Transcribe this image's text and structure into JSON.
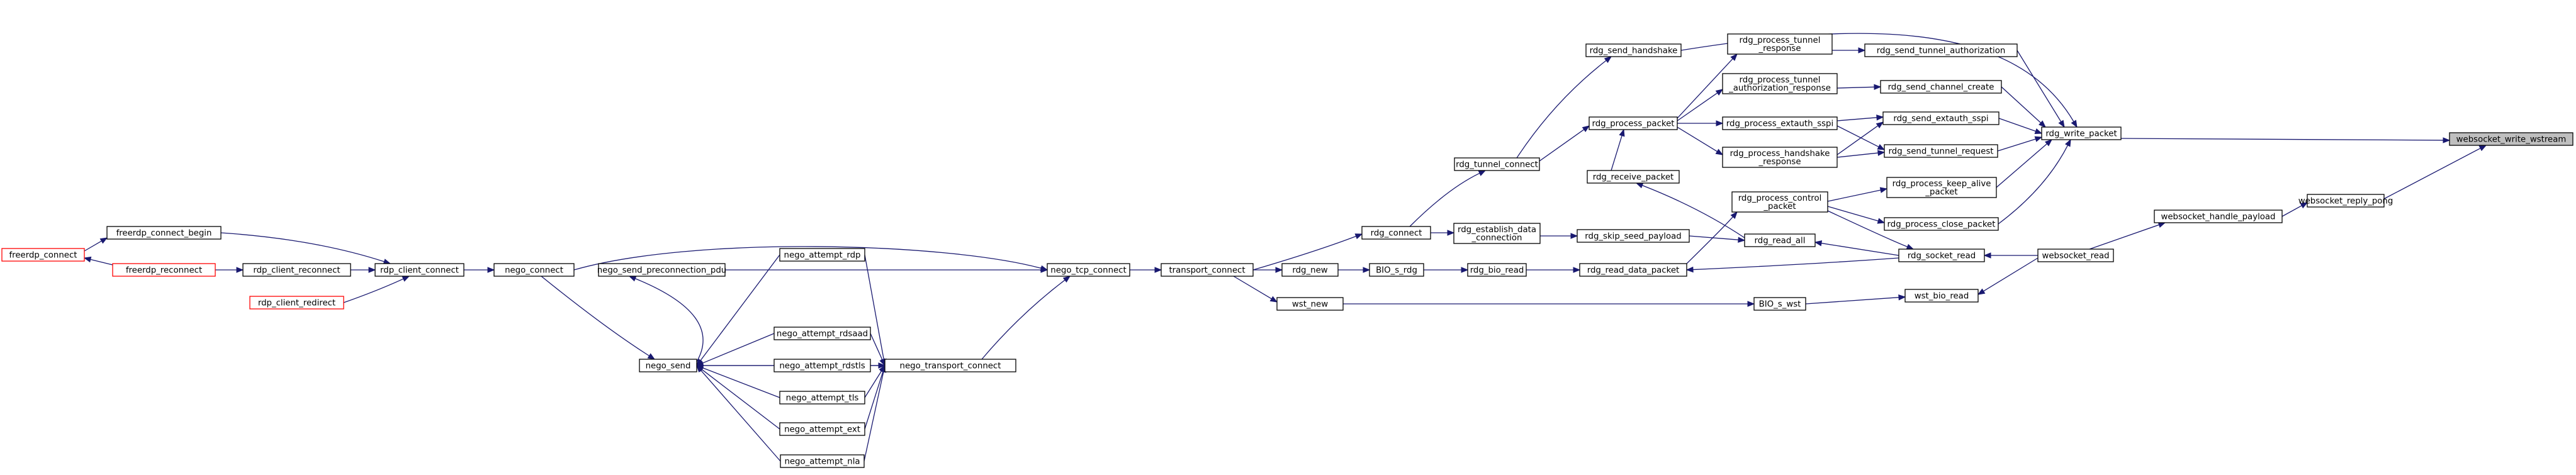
{
  "title": "",
  "colors": {
    "edge": "#191970",
    "box_border": "#000000",
    "truncated_border": "#ff0000",
    "focus_fill": "#bfbfbf"
  },
  "nodes": {
    "wwr": {
      "lines": [
        "websocket_write_wstream"
      ],
      "style": "focus"
    },
    "wrp": {
      "lines": [
        "websocket_reply_pong"
      ]
    },
    "rwp": {
      "lines": [
        "rdg_write_packet"
      ]
    },
    "whp": {
      "lines": [
        "websocket_handle_payload"
      ]
    },
    "wsr": {
      "lines": [
        "websocket_read"
      ]
    },
    "sh": {
      "lines": [
        "rdg_send_handshake"
      ]
    },
    "pp": {
      "lines": [
        "rdg_process_packet"
      ]
    },
    "tc": {
      "lines": [
        "rdg_tunnel_connect"
      ]
    },
    "rc": {
      "lines": [
        "rdg_connect"
      ]
    },
    "fc": {
      "lines": [
        "freerdp_connect"
      ],
      "style": "red"
    },
    "fcb": {
      "lines": [
        "freerdp_connect_begin"
      ]
    },
    "fr": {
      "lines": [
        "freerdp_reconnect"
      ],
      "style": "red"
    },
    "rcr": {
      "lines": [
        "rdp_client_reconnect"
      ]
    },
    "rcc": {
      "lines": [
        "rdp_client_connect"
      ]
    },
    "rcrd": {
      "lines": [
        "rdp_client_redirect"
      ],
      "style": "red"
    },
    "nc": {
      "lines": [
        "nego_connect"
      ]
    },
    "nspp": {
      "lines": [
        "nego_send_preconnection_pdu"
      ]
    },
    "ntc": {
      "lines": [
        "nego_tcp_connect"
      ]
    },
    "trc": {
      "lines": [
        "transport_connect"
      ]
    },
    "ntrc": {
      "lines": [
        "nego_transport_connect"
      ]
    },
    "nar": {
      "lines": [
        "nego_attempt_rdp"
      ]
    },
    "nsend": {
      "lines": [
        "nego_send"
      ]
    },
    "narr": {
      "lines": [
        "nego_attempt_rdsaad"
      ]
    },
    "nard": {
      "lines": [
        "nego_attempt_rdstls"
      ]
    },
    "nat": {
      "lines": [
        "nego_attempt_tls"
      ]
    },
    "nae": {
      "lines": [
        "nego_attempt_ext"
      ]
    },
    "nan": {
      "lines": [
        "nego_attempt_nla"
      ]
    },
    "ptr": {
      "lines": [
        "rdg_process_tunnel",
        "_response"
      ]
    },
    "sta": {
      "lines": [
        "rdg_send_tunnel_authorization"
      ]
    },
    "ptar": {
      "lines": [
        "rdg_process_tunnel",
        "_authorization_response"
      ]
    },
    "scc": {
      "lines": [
        "rdg_send_channel_create"
      ]
    },
    "pes": {
      "lines": [
        "rdg_process_extauth_sspi"
      ]
    },
    "ses": {
      "lines": [
        "rdg_send_extauth_sspi"
      ]
    },
    "phr": {
      "lines": [
        "rdg_process_handshake",
        "_response"
      ]
    },
    "str": {
      "lines": [
        "rdg_send_tunnel_request"
      ]
    },
    "rp": {
      "lines": [
        "rdg_receive_packet"
      ]
    },
    "pka": {
      "lines": [
        "rdg_process_keep_alive",
        "_packet"
      ]
    },
    "pcp": {
      "lines": [
        "rdg_process_control",
        "_packet"
      ]
    },
    "pcl": {
      "lines": [
        "rdg_process_close_packet"
      ]
    },
    "edc": {
      "lines": [
        "rdg_establish_data",
        "_connection"
      ]
    },
    "ssp": {
      "lines": [
        "rdg_skip_seed_payload"
      ]
    },
    "rra": {
      "lines": [
        "rdg_read_all"
      ]
    },
    "rsr": {
      "lines": [
        "rdg_socket_read"
      ]
    },
    "rnew": {
      "lines": [
        "rdg_new"
      ]
    },
    "bsr": {
      "lines": [
        "BIO_s_rdg"
      ]
    },
    "rbr": {
      "lines": [
        "rdg_bio_read"
      ]
    },
    "rdp": {
      "lines": [
        "rdg_read_data_packet"
      ]
    },
    "wnew": {
      "lines": [
        "wst_new"
      ]
    },
    "bsw": {
      "lines": [
        "BIO_s_wst"
      ]
    },
    "wbr": {
      "lines": [
        "wst_bio_read"
      ]
    }
  },
  "edges": [
    [
      "wrp",
      "wwr"
    ],
    [
      "rwp",
      "wwr"
    ],
    [
      "whp",
      "wrp"
    ],
    [
      "wsr",
      "whp"
    ],
    [
      "sh",
      "rwp"
    ],
    [
      "sta",
      "rwp"
    ],
    [
      "scc",
      "rwp"
    ],
    [
      "ses",
      "rwp"
    ],
    [
      "str",
      "rwp"
    ],
    [
      "pka",
      "rwp"
    ],
    [
      "pcl",
      "rwp"
    ],
    [
      "tc",
      "sh"
    ],
    [
      "tc",
      "pp"
    ],
    [
      "rc",
      "tc"
    ],
    [
      "trc",
      "rc"
    ],
    [
      "ntc",
      "trc"
    ],
    [
      "nc",
      "ntc"
    ],
    [
      "nspp",
      "ntc"
    ],
    [
      "ntrc",
      "ntc"
    ],
    [
      "rcc",
      "nc"
    ],
    [
      "fcb",
      "rcc"
    ],
    [
      "rcr",
      "rcc"
    ],
    [
      "rcrd",
      "rcc"
    ],
    [
      "fc",
      "fcb"
    ],
    [
      "fr",
      "rcr"
    ],
    [
      "fr",
      "fc"
    ],
    [
      "nsend",
      "nspp"
    ],
    [
      "nc",
      "nsend"
    ],
    [
      "nar",
      "nsend"
    ],
    [
      "narr",
      "nsend"
    ],
    [
      "nard",
      "nsend"
    ],
    [
      "nat",
      "nsend"
    ],
    [
      "nae",
      "nsend"
    ],
    [
      "nan",
      "nsend"
    ],
    [
      "nsend",
      "ntrc"
    ],
    [
      "nar",
      "ntrc"
    ],
    [
      "narr",
      "ntrc"
    ],
    [
      "nard",
      "ntrc"
    ],
    [
      "nat",
      "ntrc"
    ],
    [
      "nae",
      "ntrc"
    ],
    [
      "nan",
      "ntrc"
    ],
    [
      "pp",
      "ptr"
    ],
    [
      "pp",
      "ptar"
    ],
    [
      "pp",
      "pes"
    ],
    [
      "pp",
      "phr"
    ],
    [
      "ptr",
      "sta"
    ],
    [
      "ptar",
      "scc"
    ],
    [
      "pes",
      "ses"
    ],
    [
      "phr",
      "ses"
    ],
    [
      "phr",
      "str"
    ],
    [
      "pes",
      "str"
    ],
    [
      "rp",
      "pp"
    ],
    [
      "pcp",
      "pka"
    ],
    [
      "pcp",
      "pcl"
    ],
    [
      "rra",
      "rp"
    ],
    [
      "ssp",
      "rra"
    ],
    [
      "edc",
      "ssp"
    ],
    [
      "rc",
      "edc"
    ],
    [
      "rsr",
      "rra"
    ],
    [
      "wsr",
      "rsr"
    ],
    [
      "rdp",
      "pcp"
    ],
    [
      "pcp",
      "rsr"
    ],
    [
      "rbr",
      "rdp"
    ],
    [
      "bsr",
      "rbr"
    ],
    [
      "rnew",
      "bsr"
    ],
    [
      "trc",
      "rnew"
    ],
    [
      "rsr",
      "rdp"
    ],
    [
      "wsr",
      "wbr"
    ],
    [
      "bsw",
      "wbr"
    ],
    [
      "wnew",
      "bsw"
    ],
    [
      "trc",
      "wnew"
    ]
  ]
}
